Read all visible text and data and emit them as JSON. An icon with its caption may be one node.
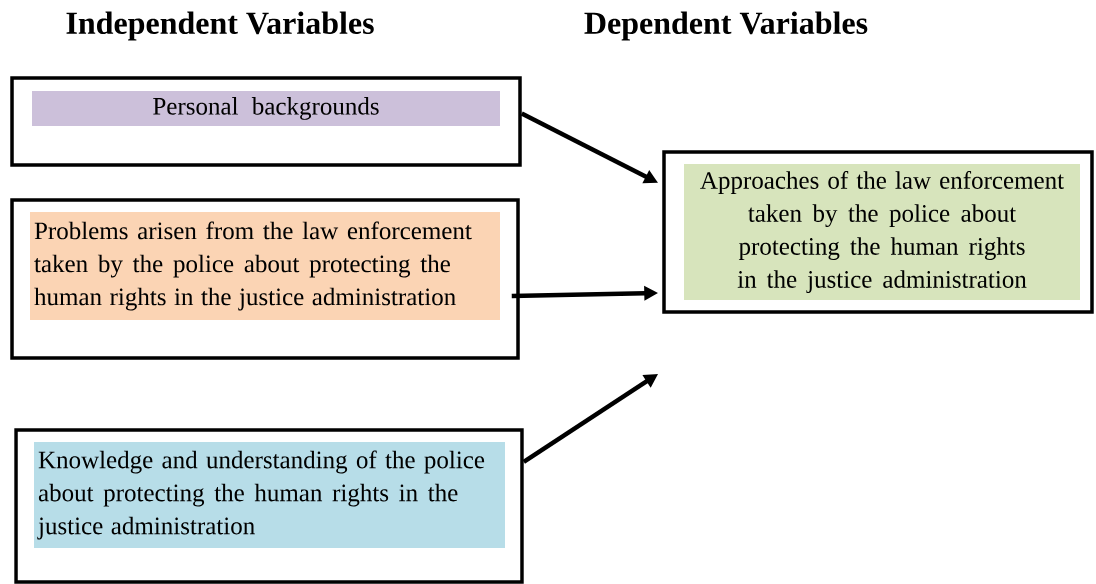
{
  "diagram": {
    "nodes": [
      {
        "text": [],
        "shape": "box"
      },
      {
        "text": [
          "Personal backgrounds"
        ],
        "in": 0
      },
      {
        "text": [],
        "shape": "box"
      },
      {
        "text": [
          "Problems arisen from the law enforcement taken by the police about protecting the human rights in the justice administration"
        ],
        "in": 2
      },
      {
        "text": [],
        "shape": "box"
      },
      {
        "text": [
          "Knowledge and understanding of the police about protecting the human rights in the justice administration"
        ],
        "in": 4
      },
      {
        "text": [],
        "shape": "box"
      },
      {
        "text": [
          "Approaches of the law enforcement taken by the police about protecting the human rights in the justice administration"
        ],
        "in": 6
      }
    ],
    "edges": [
      {
        "from": 0,
        "to": 6,
        "arrow": "to"
      },
      {
        "from": 2,
        "to": 6,
        "arrow": "to"
      },
      {
        "from": 4,
        "to": 6,
        "arrow": "to"
      }
    ],
    "labels": [
      "Independent Variables",
      "Dependent Variables"
    ]
  }
}
